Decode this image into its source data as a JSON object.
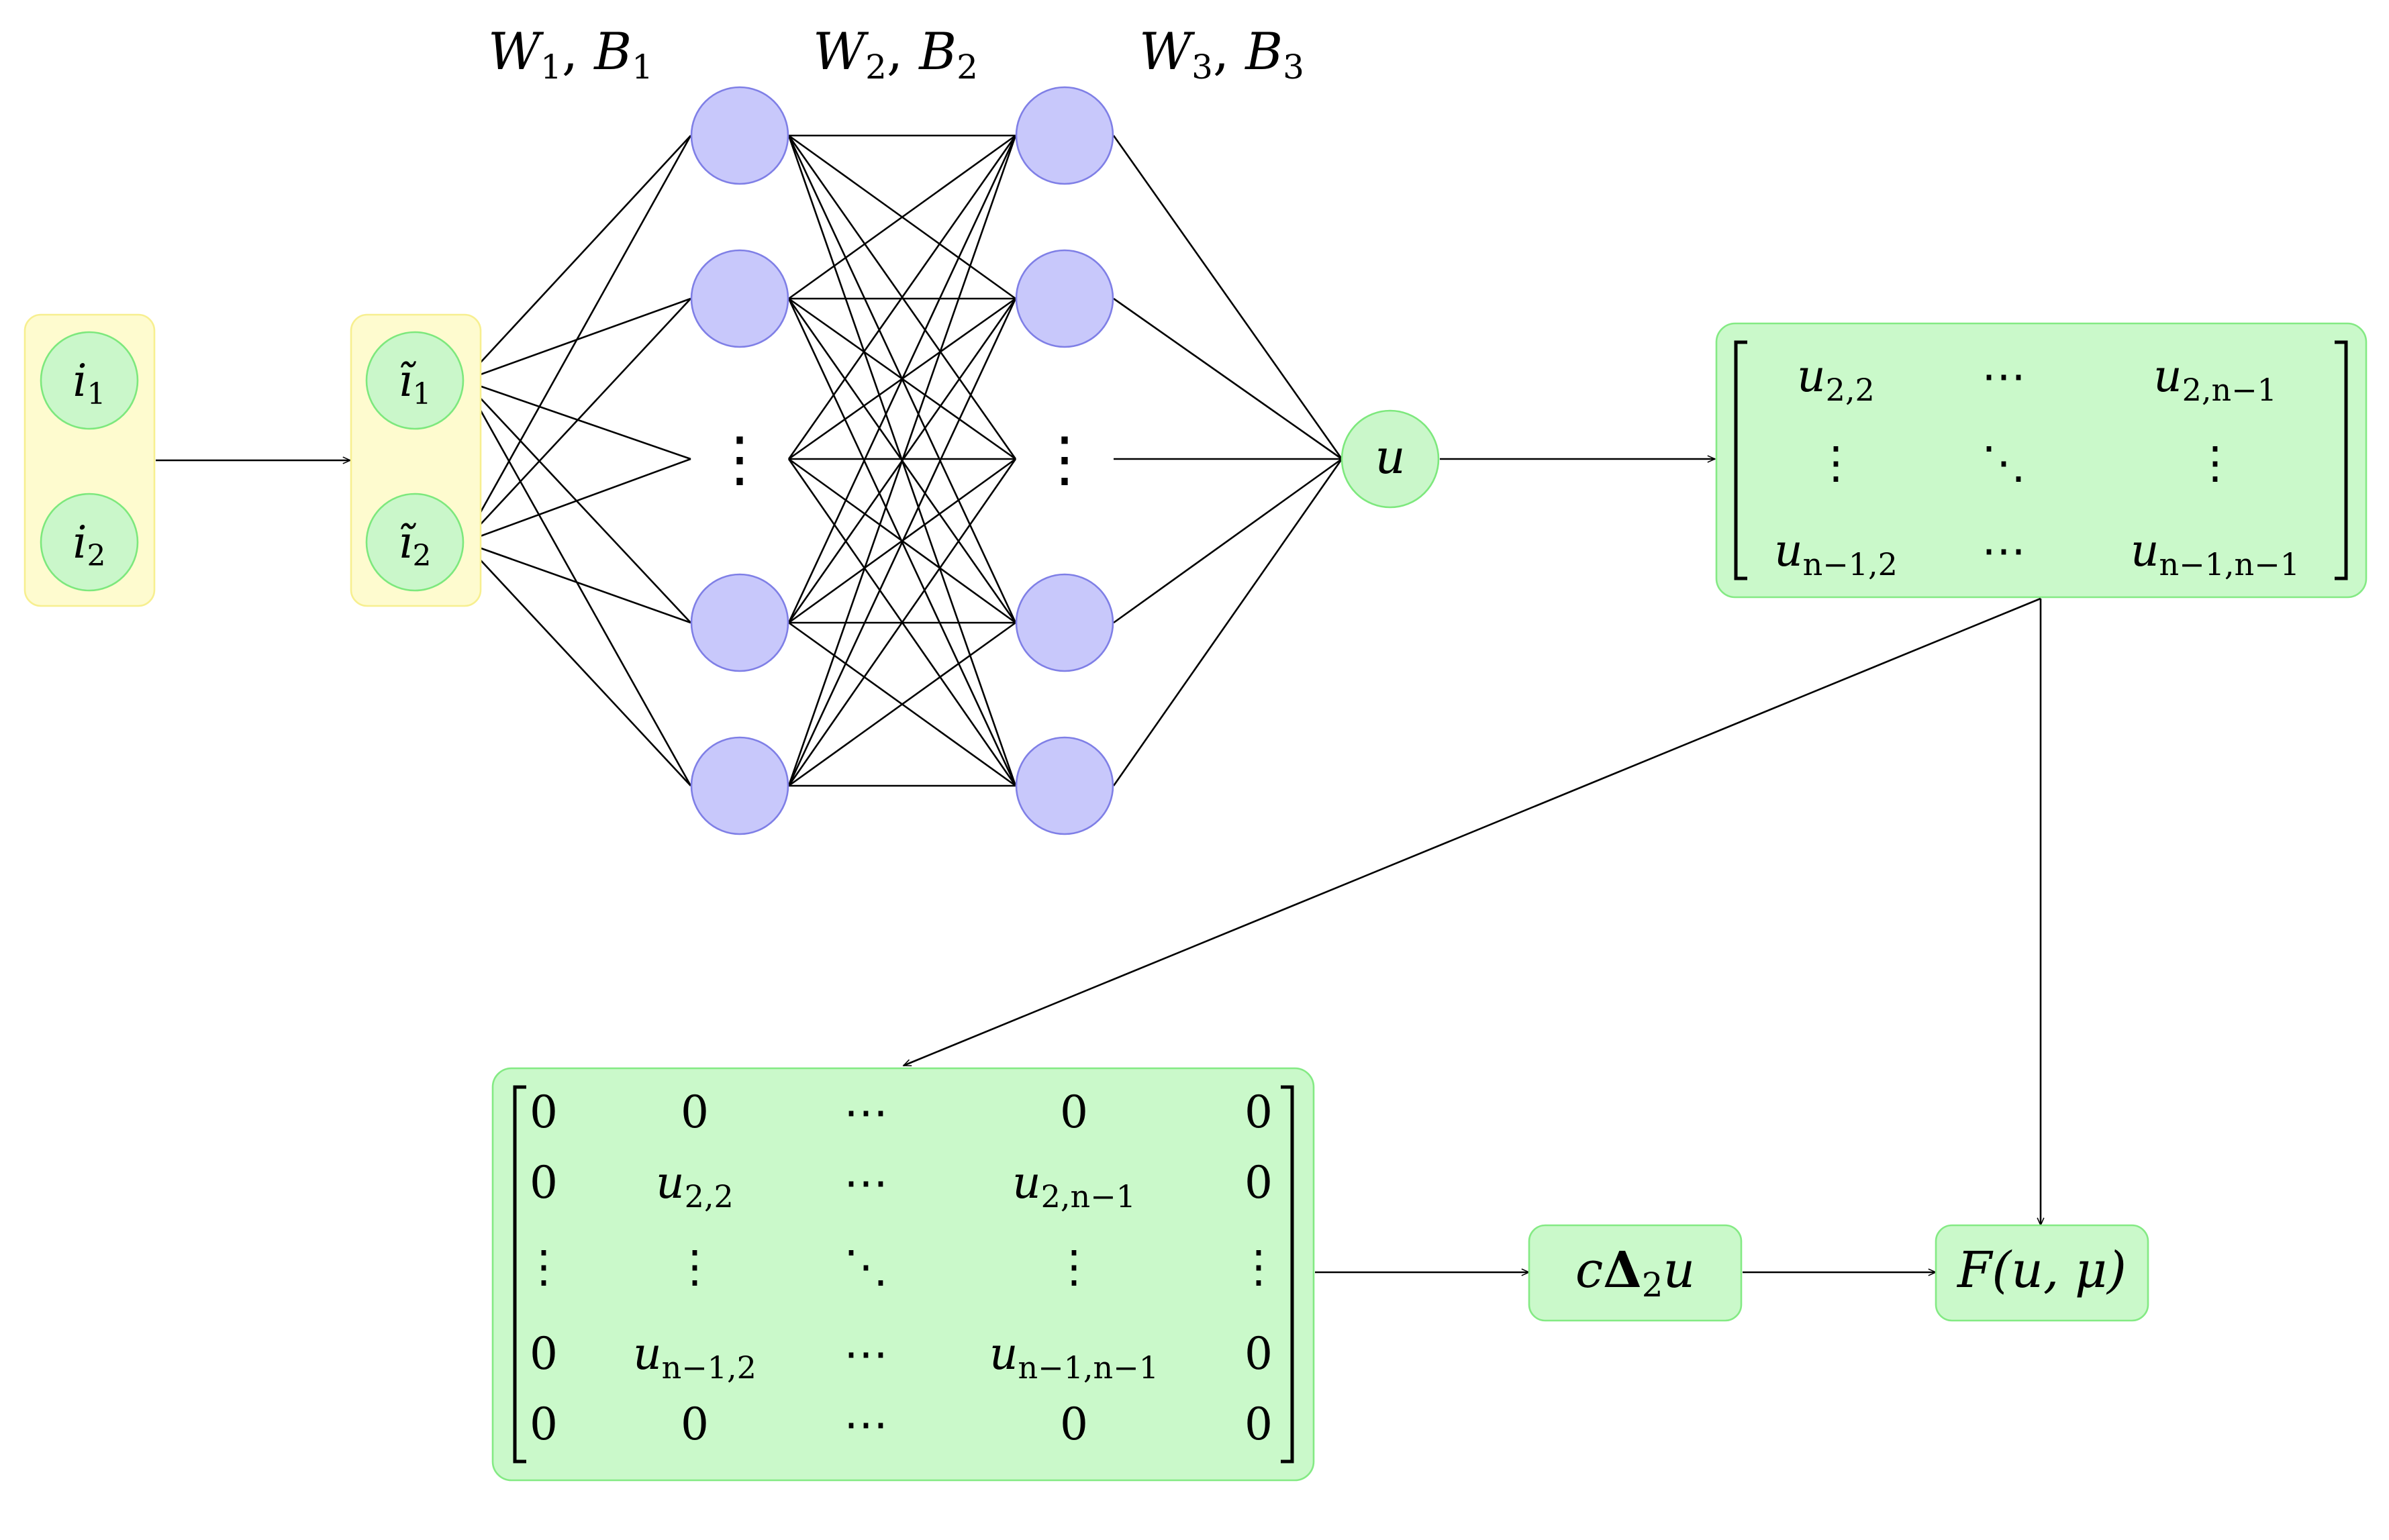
{
  "layer_labels": [
    {
      "w": "W",
      "w_sub": "1",
      "b": "B",
      "b_sub": "1"
    },
    {
      "w": "W",
      "w_sub": "2",
      "b": "B",
      "b_sub": "2"
    },
    {
      "w": "W",
      "w_sub": "3",
      "b": "B",
      "b_sub": "3"
    }
  ],
  "inputs": [
    {
      "sym": "i",
      "sub": "1"
    },
    {
      "sym": "i",
      "sub": "2"
    }
  ],
  "transformed_inputs": [
    {
      "sym": "ĩ",
      "sub": "1"
    },
    {
      "sym": "ĩ",
      "sub": "2"
    }
  ],
  "hidden_dots": "⋮",
  "output": {
    "sym": "u"
  },
  "interior_matrix": {
    "cells": [
      [
        {
          "b": "u",
          "s": "2,2"
        },
        {
          "b": "⋯",
          "s": ""
        },
        {
          "b": "u",
          "s": "2,n−1"
        }
      ],
      [
        {
          "b": "⋮",
          "s": ""
        },
        {
          "b": "⋱",
          "s": ""
        },
        {
          "b": "⋮",
          "s": ""
        }
      ],
      [
        {
          "b": "u",
          "s": "n−1,2"
        },
        {
          "b": "⋯",
          "s": ""
        },
        {
          "b": "u",
          "s": "n−1,n−1"
        }
      ]
    ]
  },
  "padded_matrix": {
    "cells": [
      [
        {
          "b": "0",
          "s": ""
        },
        {
          "b": "0",
          "s": ""
        },
        {
          "b": "⋯",
          "s": ""
        },
        {
          "b": "0",
          "s": ""
        },
        {
          "b": "0",
          "s": ""
        }
      ],
      [
        {
          "b": "0",
          "s": ""
        },
        {
          "b": "u",
          "s": "2,2"
        },
        {
          "b": "⋯",
          "s": ""
        },
        {
          "b": "u",
          "s": "2,n−1"
        },
        {
          "b": "0",
          "s": ""
        }
      ],
      [
        {
          "b": "⋮",
          "s": ""
        },
        {
          "b": "⋮",
          "s": ""
        },
        {
          "b": "⋱",
          "s": ""
        },
        {
          "b": "⋮",
          "s": ""
        },
        {
          "b": "⋮",
          "s": ""
        }
      ],
      [
        {
          "b": "0",
          "s": ""
        },
        {
          "b": "u",
          "s": "n−1,2"
        },
        {
          "b": "⋯",
          "s": ""
        },
        {
          "b": "u",
          "s": "n−1,n−1"
        },
        {
          "b": "0",
          "s": ""
        }
      ],
      [
        {
          "b": "0",
          "s": ""
        },
        {
          "b": "0",
          "s": ""
        },
        {
          "b": "⋯",
          "s": ""
        },
        {
          "b": "0",
          "s": ""
        },
        {
          "b": "0",
          "s": ""
        }
      ]
    ]
  },
  "laplacian": {
    "pre": "c",
    "delta": "Δ",
    "sub": "2",
    "post": "u"
  },
  "result": {
    "text": "F(u, μ)"
  },
  "colors": {
    "hidden_fill": "#c8c8fb",
    "hidden_stroke": "#7f7fe6",
    "green_fill": "#caf7ca",
    "green_stroke": "#7de87d",
    "yellow_fill": "#fefbcf",
    "yellow_stroke": "#f7ef90"
  }
}
